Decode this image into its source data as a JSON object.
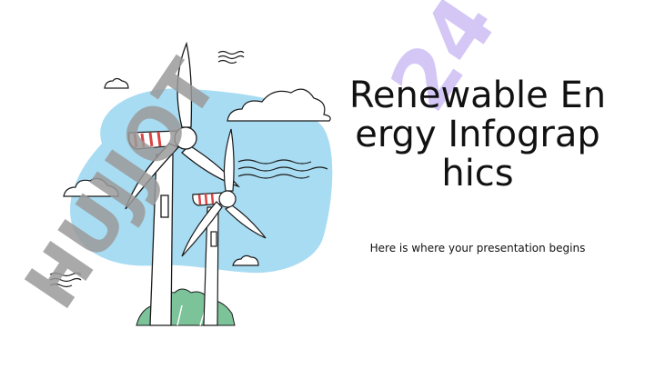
{
  "slide": {
    "title": "Renewable Energy Infographics",
    "subtitle": "Here is where your presentation begins"
  },
  "watermark": {
    "text": "HUJJOT24"
  },
  "colors": {
    "blob": "#a8dcf2",
    "stripe": "#d94343",
    "grass": "#7cc39a",
    "watermark_gray": "#9a9a9a",
    "watermark_purple": "#cdbdf4",
    "line": "#1a1a1a"
  },
  "icons": [
    "wind-turbine-icon",
    "cloud-icon",
    "wind-gust-icon",
    "grass-icon"
  ]
}
